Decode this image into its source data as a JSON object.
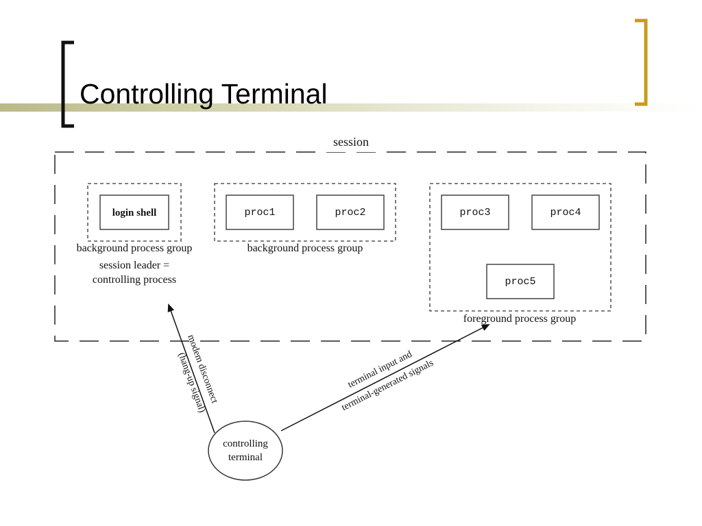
{
  "slide": {
    "title": "Controlling Terminal"
  },
  "diagram": {
    "session_label": "session",
    "groups": {
      "login_group_label": "background process group",
      "background_group_label": "background process group",
      "foreground_group_label": "foreground process group"
    },
    "processes": {
      "login_shell": "login shell",
      "proc1": "proc1",
      "proc2": "proc2",
      "proc3": "proc3",
      "proc4": "proc4",
      "proc5": "proc5"
    },
    "session_leader_line1": "session leader =",
    "session_leader_line2": "controlling process",
    "terminal_line1": "controlling",
    "terminal_line2": "terminal",
    "arrow_left_line1": "modem disconnect",
    "arrow_left_line2": "(hang-up signal)",
    "arrow_right_line1": "terminal input and",
    "arrow_right_line2": "terminal-generated signals"
  },
  "colors": {
    "accent_bracket": "#c89b1e",
    "dark_bracket": "#111111",
    "rule_bar": "#b9b98a"
  }
}
